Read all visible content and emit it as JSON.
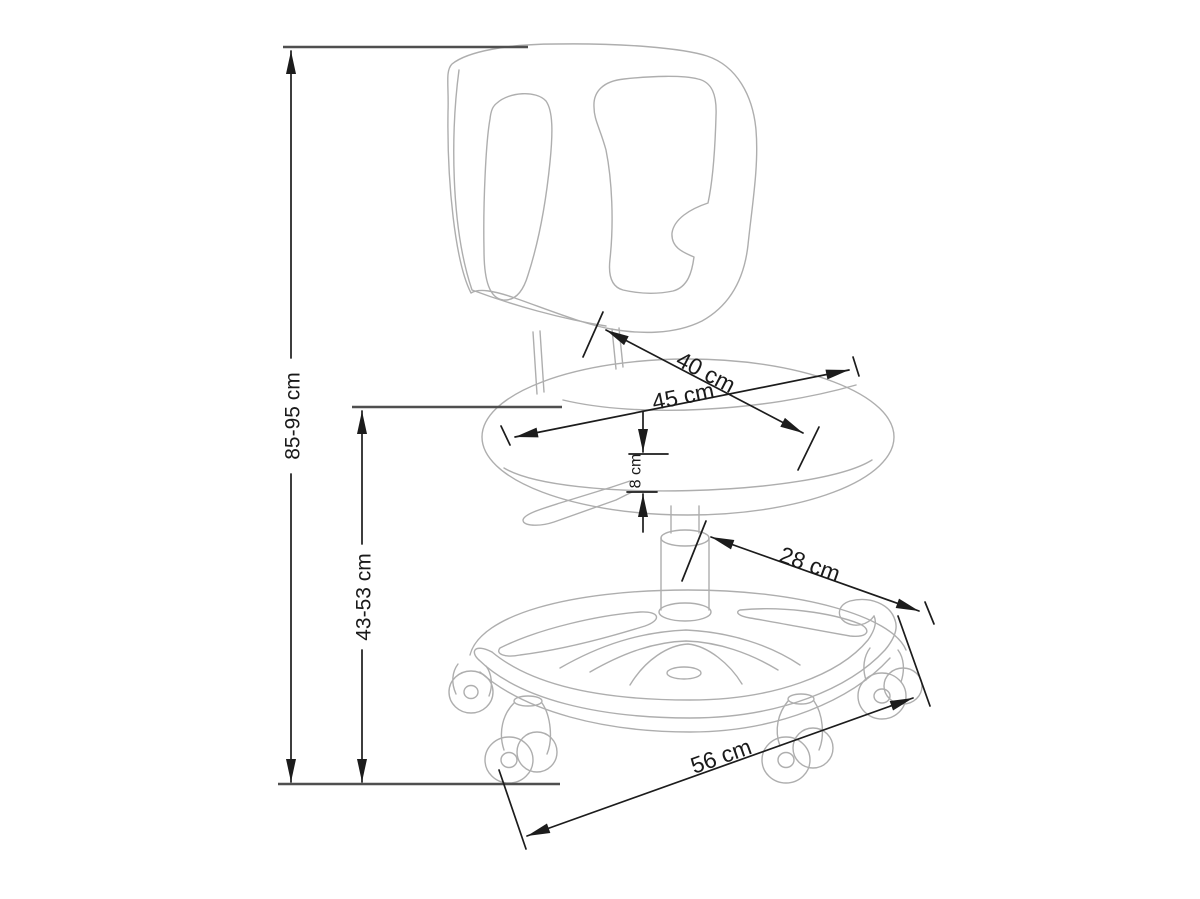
{
  "figure": {
    "background_color": "#ffffff",
    "chair_line_color": "#aeaeae",
    "dimension_line_color": "#1c1c1c",
    "reference_line_color": "#4f4f4f",
    "label_color": "#1a1a1a",
    "dimensions": {
      "overall_height": "85-95 cm",
      "seat_height": "43-53 cm",
      "seat_depth": "40 cm",
      "seat_width": "45 cm",
      "seat_thickness": "8 cm",
      "base_height": "28 cm",
      "base_width": "56 cm"
    }
  }
}
